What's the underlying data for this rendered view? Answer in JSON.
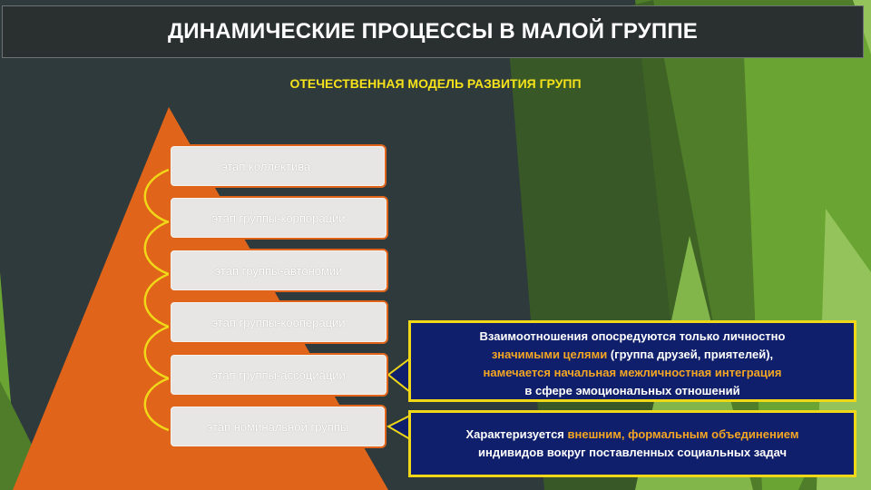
{
  "header": {
    "title": "ДИНАМИЧЕСКИЕ ПРОЦЕССЫ В МАЛОЙ ГРУППЕ",
    "subtitle": "ОТЕЧЕСТВЕННАЯ МОДЕЛЬ РАЗВИТИЯ ГРУПП"
  },
  "stages": [
    {
      "label": "этап коллектива"
    },
    {
      "label": "этап группы-корпорации"
    },
    {
      "label": "этап группы-автономии"
    },
    {
      "label": "этап группы-кооперации"
    },
    {
      "label": "этап группы-ассоциации"
    },
    {
      "label": "этап номинальной группы"
    }
  ],
  "association_box": {
    "line1": "Взаимоотношения опосредуются только личностно",
    "line2_a": "значимыми целями",
    "line2_b": " (группа друзей, приятелей),",
    "line3": "намечается начальная межличностная интеграция",
    "line4": "в сфере эмоциональных отношений"
  },
  "nominal_box": {
    "line1_a": "Характеризуется ",
    "line1_b": "внешним, формальным объединением",
    "line2": "индивидов вокруг поставленных социальных задач"
  },
  "colors": {
    "background": "#2f3a3d",
    "pyramid": "#e0651a",
    "box_fill": "#0f1f6b",
    "box_border": "#f0d718",
    "highlight": "#f5a623",
    "subtitle": "#f5e21a",
    "green_shapes": "#6aa533"
  }
}
